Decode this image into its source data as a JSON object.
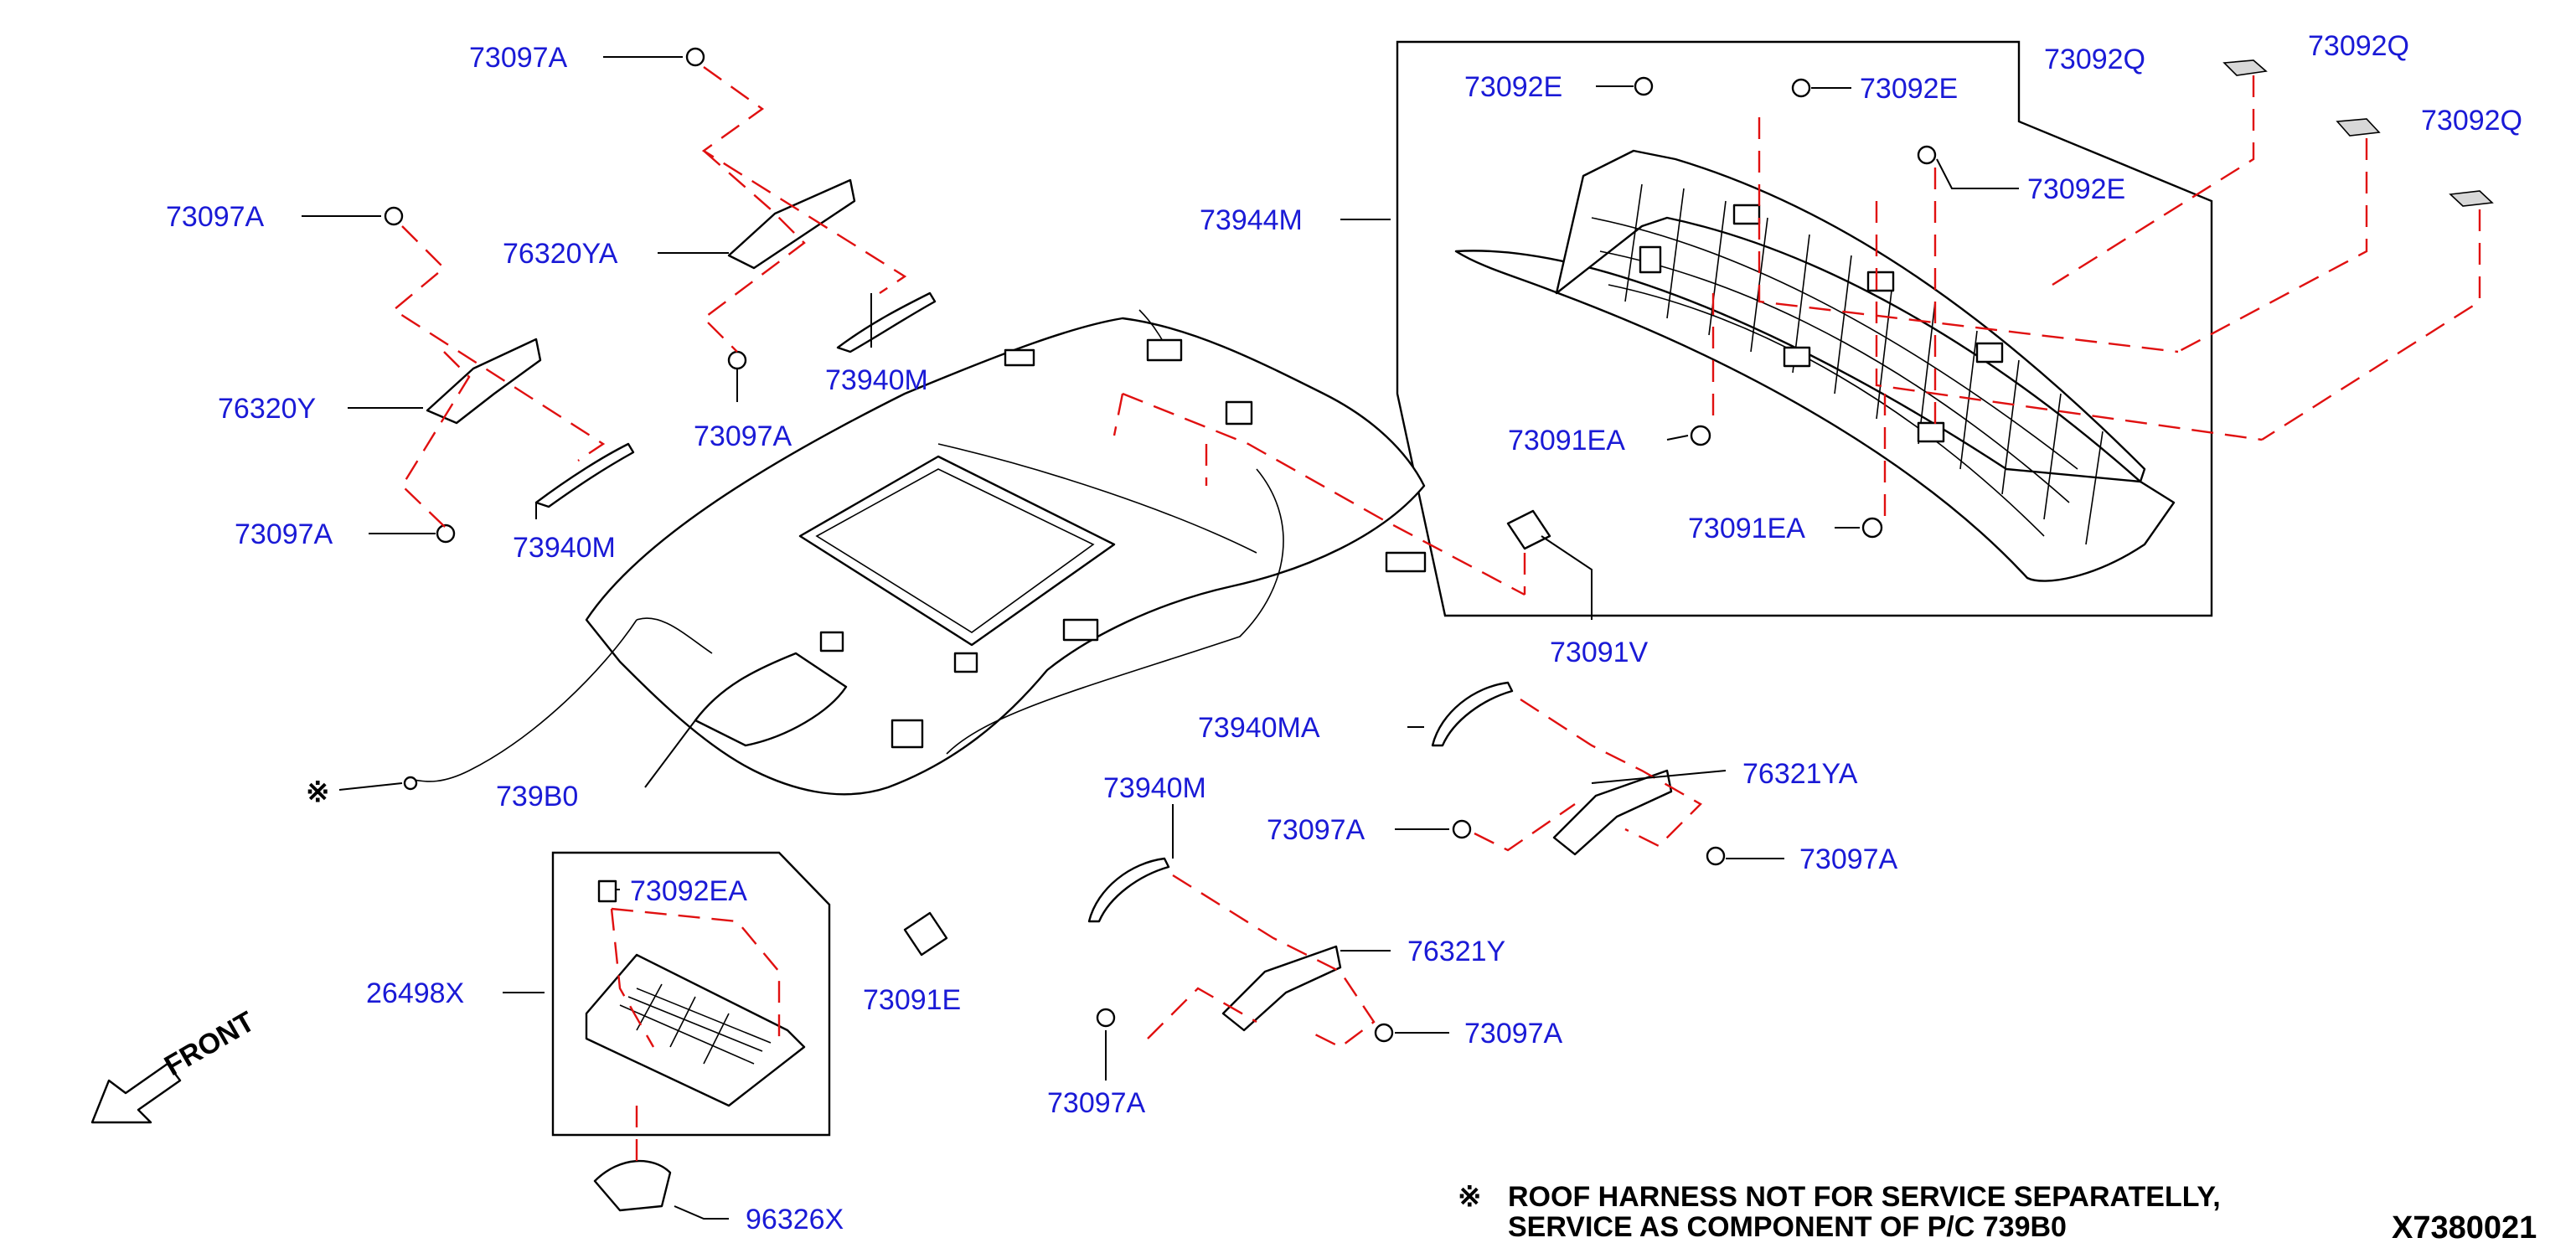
{
  "diagram": {
    "id_code": "X7380021",
    "footnote": {
      "symbol": "※",
      "line1": "ROOF HARNESS NOT FOR SERVICE SEPARATELLY,",
      "line2": "SERVICE AS COMPONENT OF P/C 739B0"
    },
    "front_label": "FRONT",
    "harness_symbol": "※",
    "colors": {
      "callout": "#1a1ad6",
      "dash": "#e01010",
      "line": "#000000"
    }
  },
  "callouts": [
    {
      "id": "c1",
      "text": "73097A"
    },
    {
      "id": "c2",
      "text": "73097A"
    },
    {
      "id": "c3",
      "text": "76320YA"
    },
    {
      "id": "c4",
      "text": "76320Y"
    },
    {
      "id": "c5",
      "text": "73097A"
    },
    {
      "id": "c6",
      "text": "73940M"
    },
    {
      "id": "c7",
      "text": "73097A"
    },
    {
      "id": "c8",
      "text": "73940M"
    },
    {
      "id": "c9",
      "text": "73944M"
    },
    {
      "id": "c10",
      "text": "73092E"
    },
    {
      "id": "c11",
      "text": "73092E"
    },
    {
      "id": "c12",
      "text": "73092Q"
    },
    {
      "id": "c13",
      "text": "73092Q"
    },
    {
      "id": "c14",
      "text": "73092Q"
    },
    {
      "id": "c15",
      "text": "73092E"
    },
    {
      "id": "c16",
      "text": "73091EA"
    },
    {
      "id": "c17",
      "text": "73091EA"
    },
    {
      "id": "c18",
      "text": "73091V"
    },
    {
      "id": "c19",
      "text": "73940MA"
    },
    {
      "id": "c20",
      "text": "76321YA"
    },
    {
      "id": "c21",
      "text": "73097A"
    },
    {
      "id": "c22",
      "text": "73097A"
    },
    {
      "id": "c23",
      "text": "739B0"
    },
    {
      "id": "c24",
      "text": "73940M"
    },
    {
      "id": "c25",
      "text": "76321Y"
    },
    {
      "id": "c26",
      "text": "73097A"
    },
    {
      "id": "c27",
      "text": "73097A"
    },
    {
      "id": "c28",
      "text": "73092EA"
    },
    {
      "id": "c29",
      "text": "26498X"
    },
    {
      "id": "c30",
      "text": "73091E"
    },
    {
      "id": "c31",
      "text": "96326X"
    }
  ]
}
